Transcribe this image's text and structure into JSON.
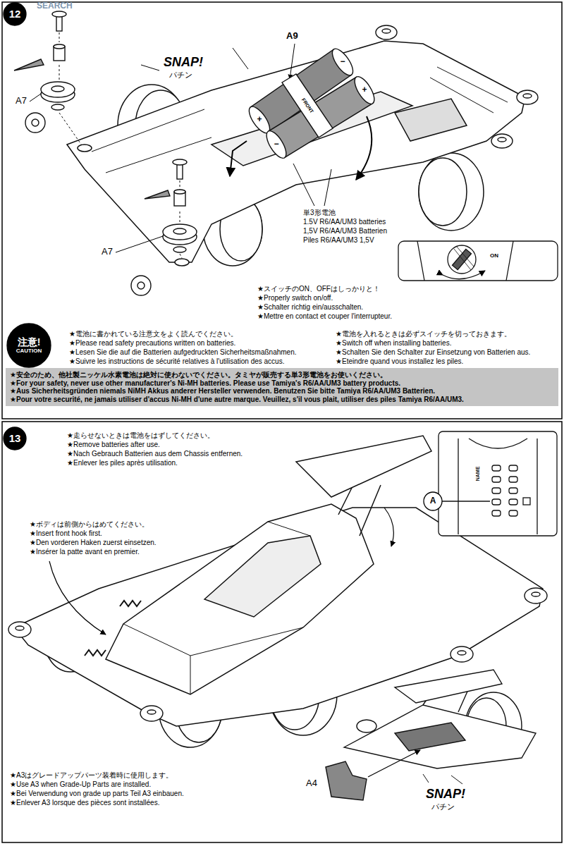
{
  "diagram": {
    "nodes": [
      {
        "text": [
          "12"
        ]
      },
      {
        "text": [
          "注意!",
          "CAUTION"
        ]
      },
      {
        "text": [
          "★安全のため、他社製ニッケル水素電池は絶対に使わないでください。タミヤが販売する単3形電池をお使いください。",
          "★For your safety, never use other manufacturer's Ni-MH batteries. Please use Tamiya's R6/AA/UM3 battery products.",
          "★Aus Sicherheitsgründen niemals NiMH Akkus anderer Hersteller verwenden. Benutzen Sie bitte Tamiya R6/AA/UM3 Batterien.",
          "★Pour votre securité, ne jamais utiliser d'accus Ni-MH d'une autre marque. Veuillez, s'il vous plait, utiliser des piles Tamiya R6/AA/UM3."
        ]
      },
      {
        "text": [
          "13"
        ]
      },
      {
        "text": [
          "A"
        ]
      }
    ],
    "labels": [
      "SEARCH",
      "A9",
      "SNAP!",
      "パチン",
      "FRONT",
      "−",
      "+",
      "+",
      "−",
      "A7",
      "A7",
      "単3形電池",
      "1.5V R6/AA/UM3 batteries",
      "1,5V R6/AA/UM3 Batterien",
      "Piles R6/AA/UM3 1,5V",
      "ON",
      "★スイッチのON、OFFはしっかりと！",
      "★Properly switch on/off.",
      "★Schalter richtig ein/ausschalten.",
      "★Mettre en contact et couper l'interrupteur.",
      "★電池に書かれている注意文をよく読んでください。",
      "★Please read safety precautions written on batteries.",
      "★Lesen Sie die auf die Batterien aufgedruckten Sicherheitsmaßnahmen.",
      "★Suivre les instructions de sécurité relatives à l'utilisation des accus.",
      "★電池を入れるときは必ずスイッチを切っておきます。",
      "★Switch off when installing batteries.",
      "★Schalten Sie den Schalter zur Einsetzung von Batterien aus.",
      "★Eteindre quand vous installez les piles.",
      "★走らせないときは電池をはずしてください。",
      "★Remove batteries after use.",
      "★Nach Gebrauch Batterien aus dem Chassis entfernen.",
      "★Enlever les piles après utilisation.",
      "NAME",
      "★ボディは前側からはめてください。",
      "★Insert front hook first.",
      "★Den vorderen Haken zuerst einsetzen.",
      "★Insérer la patte avant en premier.",
      "★A3はグレードアップパーツ装着時に使用します。",
      "★Use A3 when Grade-Up Parts are installed.",
      "★Bei Verwendung von grade up parts Teil A3 einbauen.",
      "★Enlever A3 lorsque des pièces sont installées.",
      "A4",
      "SNAP!",
      "パチン"
    ]
  }
}
